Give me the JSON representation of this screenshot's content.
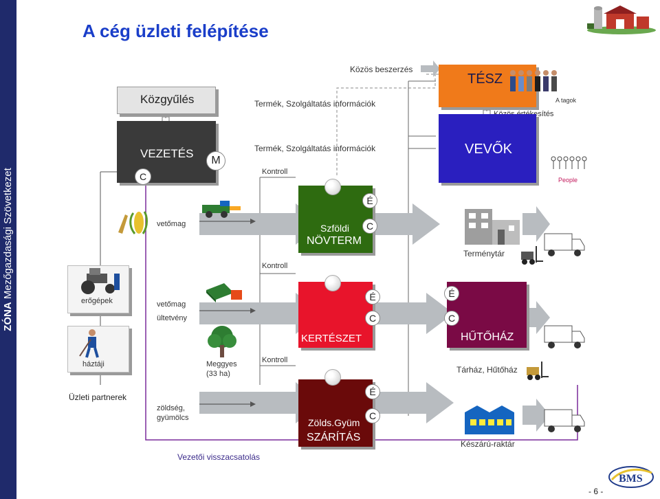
{
  "side_label": {
    "bold": "ZÓNA",
    "rest": "Mezőgazdasági Szövetkezet"
  },
  "title": "A cég üzleti felépítése",
  "page_number": "- 6 -",
  "logo_text": "BMS",
  "labels": {
    "kozos_beszerzes": "Közös beszerzés",
    "tesz": "TÉSZ",
    "a_tagok": "A tagok",
    "kozos_ertekesites": "Közös értékesítés",
    "kozgyules": "Közgyűlés",
    "info_top": "Termék, Szolgáltatás információk",
    "info_mid": "Termék, Szolgáltatás információk",
    "vezetes": "VEZETÉS",
    "c": "C",
    "m": "M",
    "e": "É",
    "vevok": "VEVŐK",
    "people": "People",
    "kontroll_1": "Kontroll",
    "kontroll_2": "Kontroll",
    "kontroll_3": "Kontroll",
    "vetomag_1": "vetőmag",
    "szfoldi": "Szföldi",
    "novterm": "NÖVTERM",
    "termenytar": "Terménytár",
    "erogepek": "erőgépek",
    "vetomag_2": "vetőmag",
    "ultetveny": "ültetvény",
    "kerteszet": "KERTÉSZET",
    "hutohaz": "HŰTŐHÁZ",
    "haztaji": "háztáji",
    "meggyes_1": "Meggyes",
    "meggyes_2": "(33 ha)",
    "tarhaz": "Tárház, Hűtőház",
    "uzleti_partnerek": "Üzleti partnerek",
    "zoldseg": "zöldség,",
    "gyumolcs": "gyümölcs",
    "zolds_gyum": "Zölds.Gyüm",
    "szaritas": "SZÁRÍTÁS",
    "keszaru": "Készárú-raktár",
    "vezetoi": "Vezetői visszacsatolás"
  },
  "colors": {
    "tesz": "#f07a1a",
    "vevok": "#2a1fbf",
    "novterm": "#2e6b10",
    "kerteszet": "#e8142b",
    "hutohaz": "#7a0a45",
    "szaritas": "#6a0a0a",
    "vezetes": "#3a3a3a",
    "kozgyules": "#e4e4e4",
    "arrow": "#b8bcc0",
    "feedback": "#7a2a9a"
  }
}
